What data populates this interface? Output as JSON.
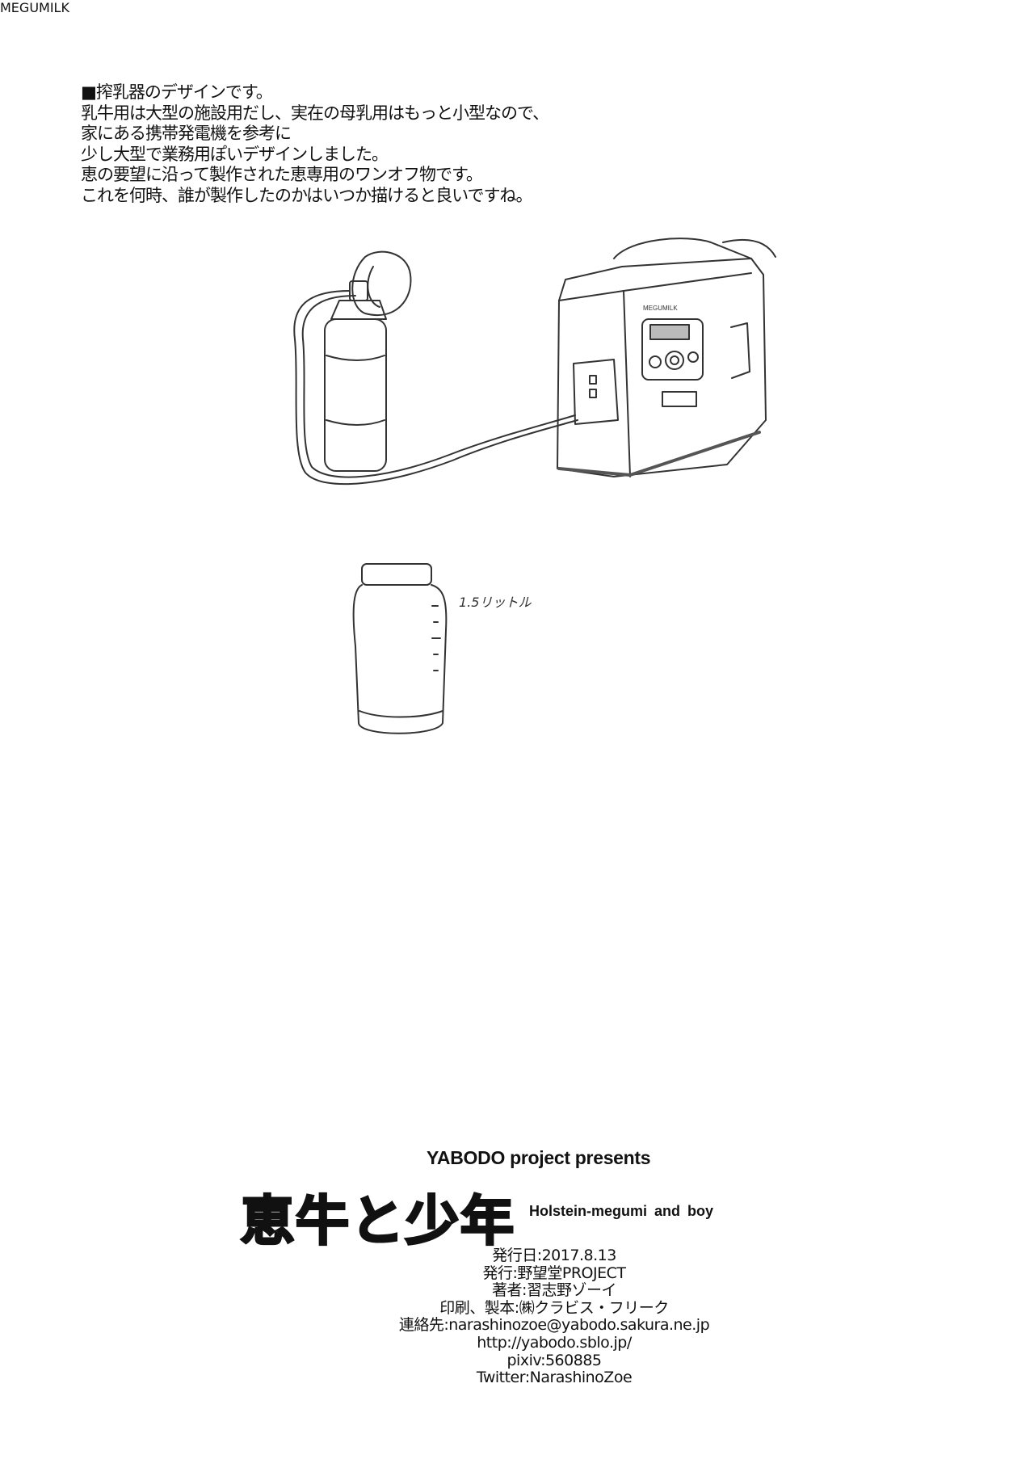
{
  "notes": [
    "■搾乳器のデザインです。",
    "乳牛用は大型の施設用だし、実在の母乳用はもっと小型なので、",
    "家にある携帯発電機を参考に",
    "少し大型で業務用ぽいデザインしました。",
    "恵の要望に沿って製作された恵専用のワンオフ物です。",
    "これを何時、誰が製作したのかはいつか描けると良いですね。"
  ],
  "sketch": {
    "jar_label": "1.5リットル",
    "brand_marking": "MEGUMILK"
  },
  "colophon": {
    "presents": "YABODO project presents",
    "title": "恵牛と少年",
    "subtitle": "Holstein-megumi and boy",
    "lines": [
      "発行日:2017.8.13",
      "発行:野望堂PROJECT",
      "著者:習志野ゾーイ",
      "印刷、製本:㈱クラビス・フリーク",
      "連絡先:narashinozoe@yabodo.sakura.ne.jp",
      "http://yabodo.sblo.jp/",
      "pixiv:560885",
      "Twitter:NarashinoZoe"
    ]
  }
}
